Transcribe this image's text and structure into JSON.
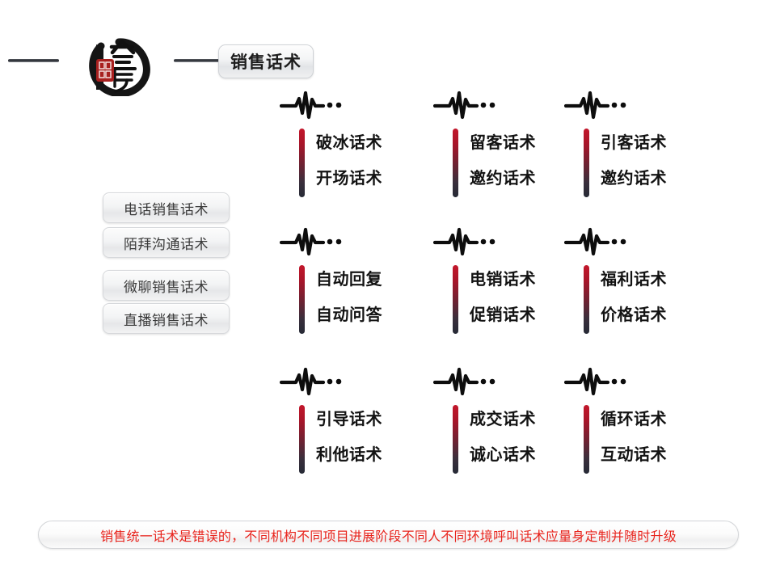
{
  "header": {
    "logo_alt": "会展",
    "logo_chars": [
      "会",
      "展"
    ],
    "logo_seal": "会展",
    "title_label": "销售话术"
  },
  "sidebar": {
    "items": [
      {
        "label": "电话销售话术"
      },
      {
        "label": "陌拜沟通话术"
      },
      {
        "label": "微聊销售话术"
      },
      {
        "label": "直播销售话术"
      }
    ]
  },
  "grid": {
    "icon_name": "waveform-icon",
    "cells": [
      {
        "row": 1,
        "col": 1,
        "line1": "破冰话术",
        "line2": "开场话术"
      },
      {
        "row": 1,
        "col": 2,
        "line1": "留客话术",
        "line2": "邀约话术"
      },
      {
        "row": 1,
        "col": 3,
        "line1": "引客话术",
        "line2": "邀约话术"
      },
      {
        "row": 2,
        "col": 1,
        "line1": "自动回复",
        "line2": "自动问答"
      },
      {
        "row": 2,
        "col": 2,
        "line1": "电销话术",
        "line2": "促销话术"
      },
      {
        "row": 2,
        "col": 3,
        "line1": "福利话术",
        "line2": "价格话术"
      },
      {
        "row": 3,
        "col": 1,
        "line1": "引导话术",
        "line2": "利他话术"
      },
      {
        "row": 3,
        "col": 2,
        "line1": "成交话术",
        "line2": "诚心话术"
      },
      {
        "row": 3,
        "col": 3,
        "line1": "循环话术",
        "line2": "互动话术"
      }
    ]
  },
  "footer": {
    "note": "销售统一话术是错误的，不同机构不同项目进展阶段不同人不同环境呼叫话术应量身定制并随时升级"
  },
  "colors": {
    "accent_red": "#c3172b",
    "bar_bottom": "#262a36",
    "footer_text": "#e8231c",
    "pill_border": "#cfd2d6",
    "background": "#ffffff"
  }
}
